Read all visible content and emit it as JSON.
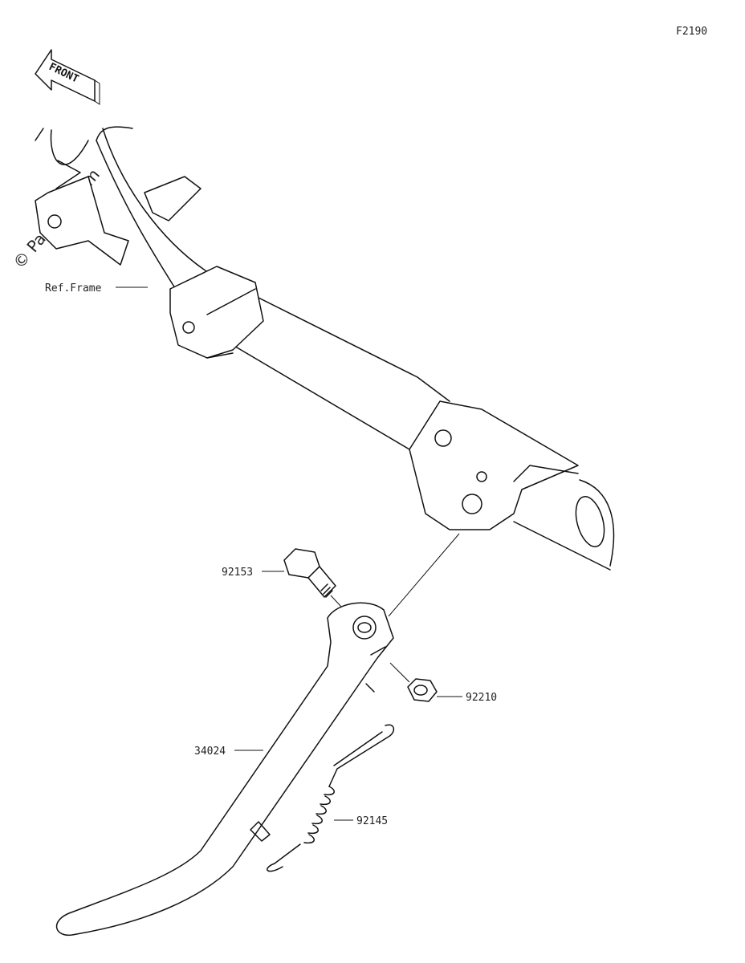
{
  "diagram_code": "F2190",
  "front_badge": "FRONT",
  "watermark": "© Partzilla.com",
  "parts": [
    {
      "id": "ref-frame",
      "label": "Ref.Frame"
    },
    {
      "id": "bolt",
      "label": "92153"
    },
    {
      "id": "nut",
      "label": "92210"
    },
    {
      "id": "side-stand",
      "label": "34024"
    },
    {
      "id": "spring",
      "label": "92145"
    }
  ]
}
